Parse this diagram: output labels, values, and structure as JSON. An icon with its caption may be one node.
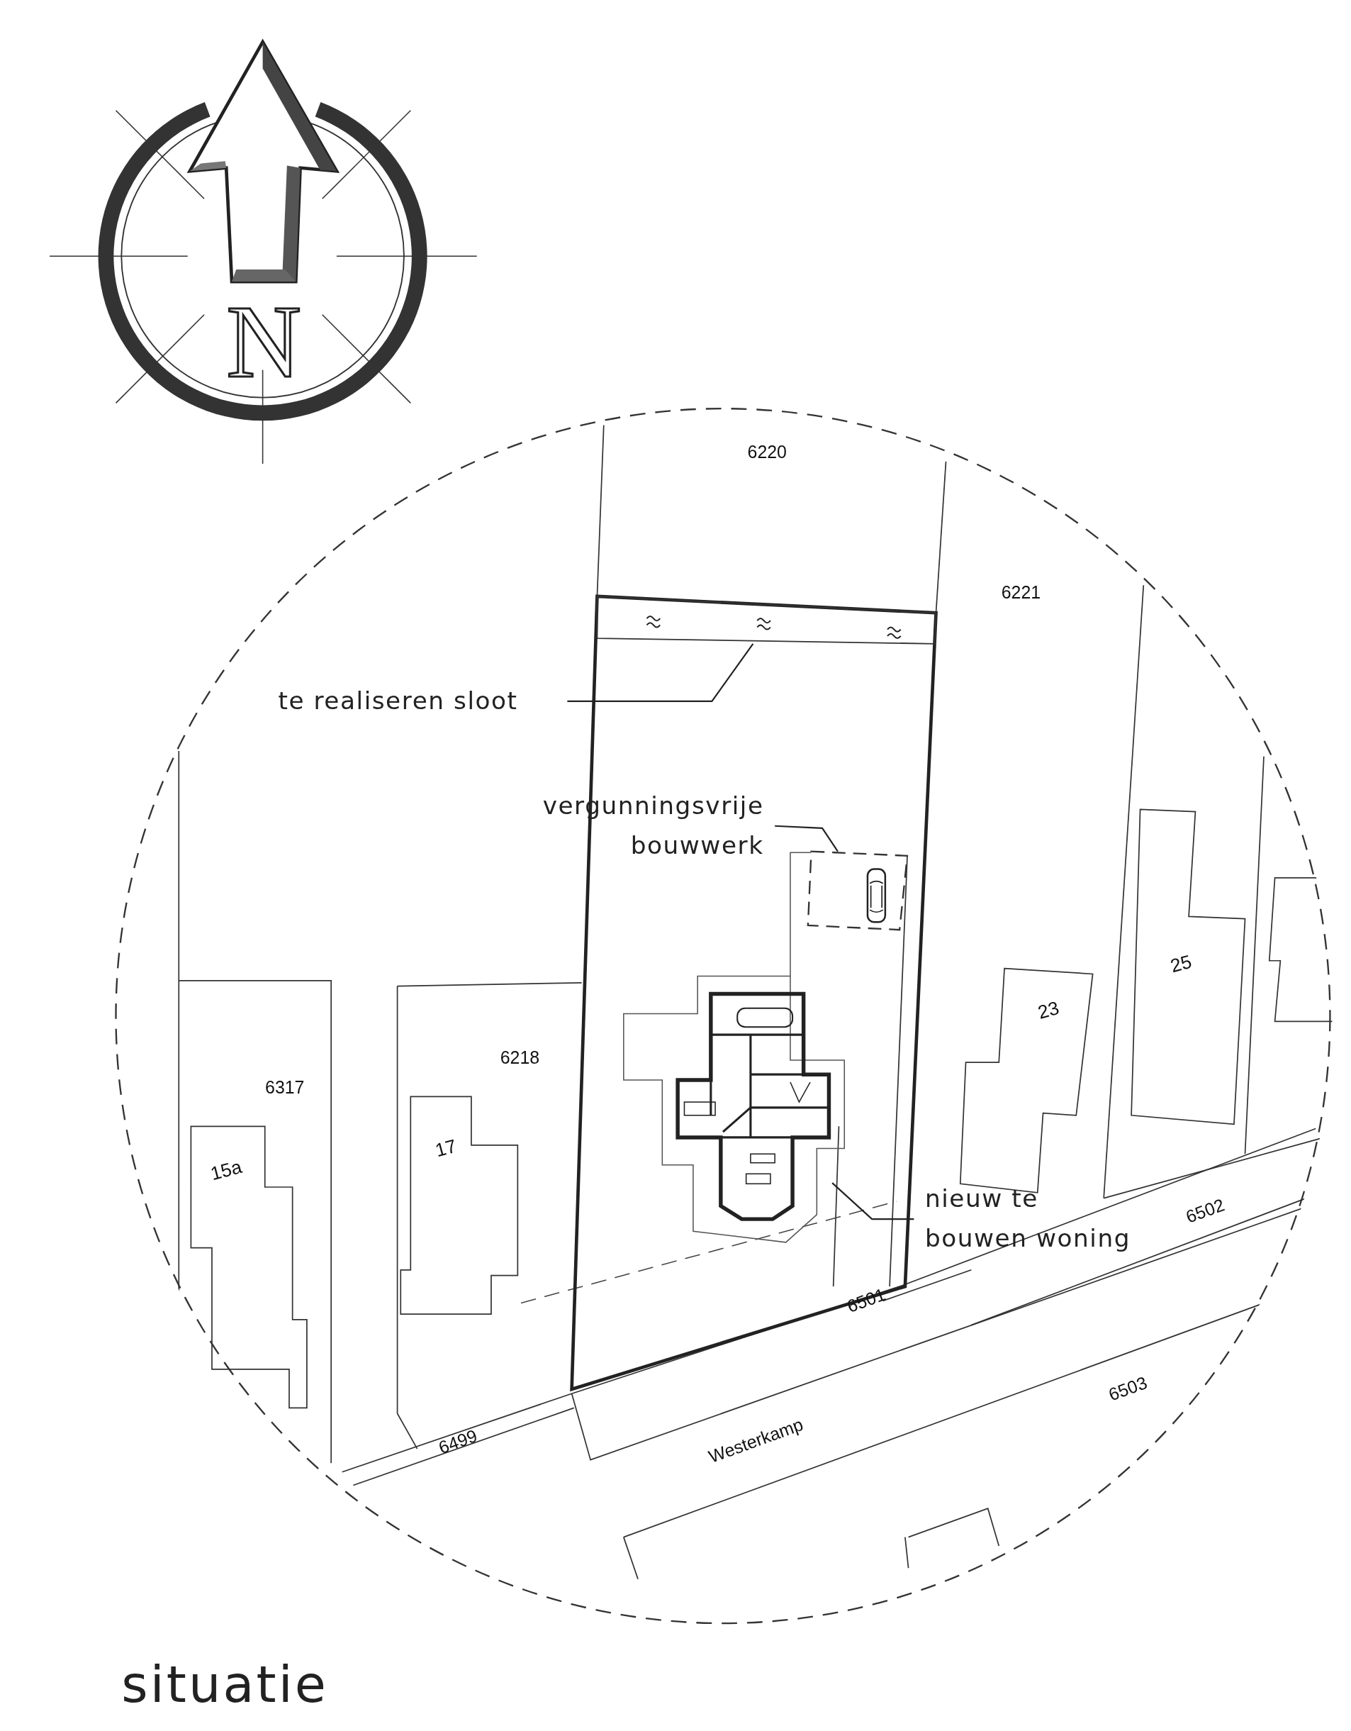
{
  "diagram": {
    "caption": "situatie",
    "nodes": [
      {
        "text": [
          "te realiseren sloot"
        ]
      },
      {
        "text": [],
        "shape": "box"
      },
      {
        "text": [
          "vergunningsvrije bouwwerk"
        ]
      },
      {
        "text": [],
        "shape": "box"
      },
      {
        "text": [
          "25"
        ]
      },
      {
        "text": [
          "23"
        ]
      },
      {
        "text": [
          "17"
        ]
      },
      {
        "text": [
          "15a"
        ]
      },
      {
        "text": [],
        "shape": "picture"
      },
      {
        "text": [
          "nieuw te bouwen woning"
        ]
      }
    ],
    "edges": [
      {
        "from": 0,
        "to": 1,
        "arrow": "none"
      },
      {
        "from": 2,
        "to": 3,
        "arrow": "none"
      },
      {
        "from": 9,
        "to": 8,
        "arrow": "none"
      }
    ],
    "labels": [
      "N",
      "6220",
      "6221",
      "6218",
      "6317",
      "6502",
      "6501",
      "6499",
      "6503",
      "Westerkamp"
    ]
  }
}
